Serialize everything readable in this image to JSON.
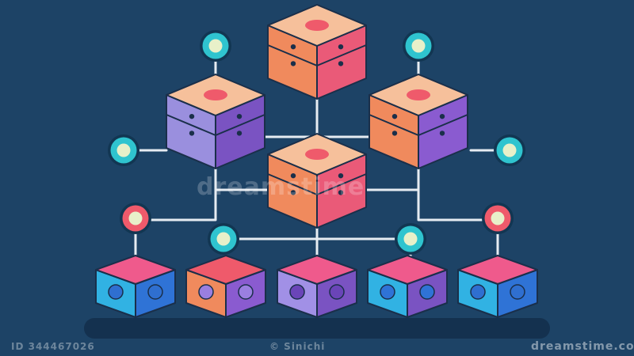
{
  "palette": {
    "background": "#1d4366",
    "line": "#e6ecf2",
    "node_teal": "#2fc4cf",
    "node_red": "#ef5a6b",
    "node_center": "#e8f0c9",
    "shadow": "#14314f"
  },
  "nodes": [
    {
      "id": "server-top",
      "kind": "server",
      "top": "#f6c09b",
      "left": "#f08a5d",
      "right": "#ea5a78",
      "mark": "#ef5a6b"
    },
    {
      "id": "server-left",
      "kind": "server",
      "top": "#f6c09b",
      "left": "#9a8fde",
      "right": "#7a53c2",
      "mark": "#ef5a6b"
    },
    {
      "id": "server-right",
      "kind": "server",
      "top": "#f6c09b",
      "left": "#f08a5d",
      "right": "#8a5bd0",
      "mark": "#ef5a6b"
    },
    {
      "id": "server-center",
      "kind": "server",
      "top": "#f6c09b",
      "left": "#f08a5d",
      "right": "#ea5a78",
      "mark": "#ef5a6b"
    },
    {
      "id": "cube-1",
      "kind": "cube",
      "top": "#ef5a8c",
      "left": "#31b2e3",
      "right": "#2f73d6",
      "dot": "#2f6fd0"
    },
    {
      "id": "cube-2",
      "kind": "cube",
      "top": "#ef5a6b",
      "left": "#f08a5d",
      "right": "#8a5bd0",
      "dot": "#9a7fe0"
    },
    {
      "id": "cube-3",
      "kind": "cube",
      "top": "#ef5a8c",
      "left": "#a190e6",
      "right": "#7a53c2",
      "dot": "#6a45b8"
    },
    {
      "id": "cube-4",
      "kind": "cube",
      "top": "#ef5a8c",
      "left": "#31b2e3",
      "right": "#7a53c2",
      "dot": "#2f73d6"
    },
    {
      "id": "cube-5",
      "kind": "cube",
      "top": "#ef5a8c",
      "left": "#31b2e3",
      "right": "#2f73d6",
      "dot": "#2f6fd0"
    },
    {
      "id": "dot-top-left",
      "kind": "dot",
      "ring": "#2fc4cf"
    },
    {
      "id": "dot-top-right",
      "kind": "dot",
      "ring": "#2fc4cf"
    },
    {
      "id": "dot-left",
      "kind": "dot",
      "ring": "#2fc4cf"
    },
    {
      "id": "dot-right",
      "kind": "dot",
      "ring": "#2fc4cf"
    },
    {
      "id": "dot-mid-left",
      "kind": "dot",
      "ring": "#2fc4cf"
    },
    {
      "id": "dot-mid-right",
      "kind": "dot",
      "ring": "#2fc4cf"
    },
    {
      "id": "dot-red-left",
      "kind": "dot",
      "ring": "#ef5a6b"
    },
    {
      "id": "dot-red-right",
      "kind": "dot",
      "ring": "#ef5a6b"
    }
  ],
  "watermark": {
    "text": "dreamstime",
    "id_text": "ID 344467026",
    "credit": "© Sinichi",
    "brand": "dreamstime.com"
  }
}
